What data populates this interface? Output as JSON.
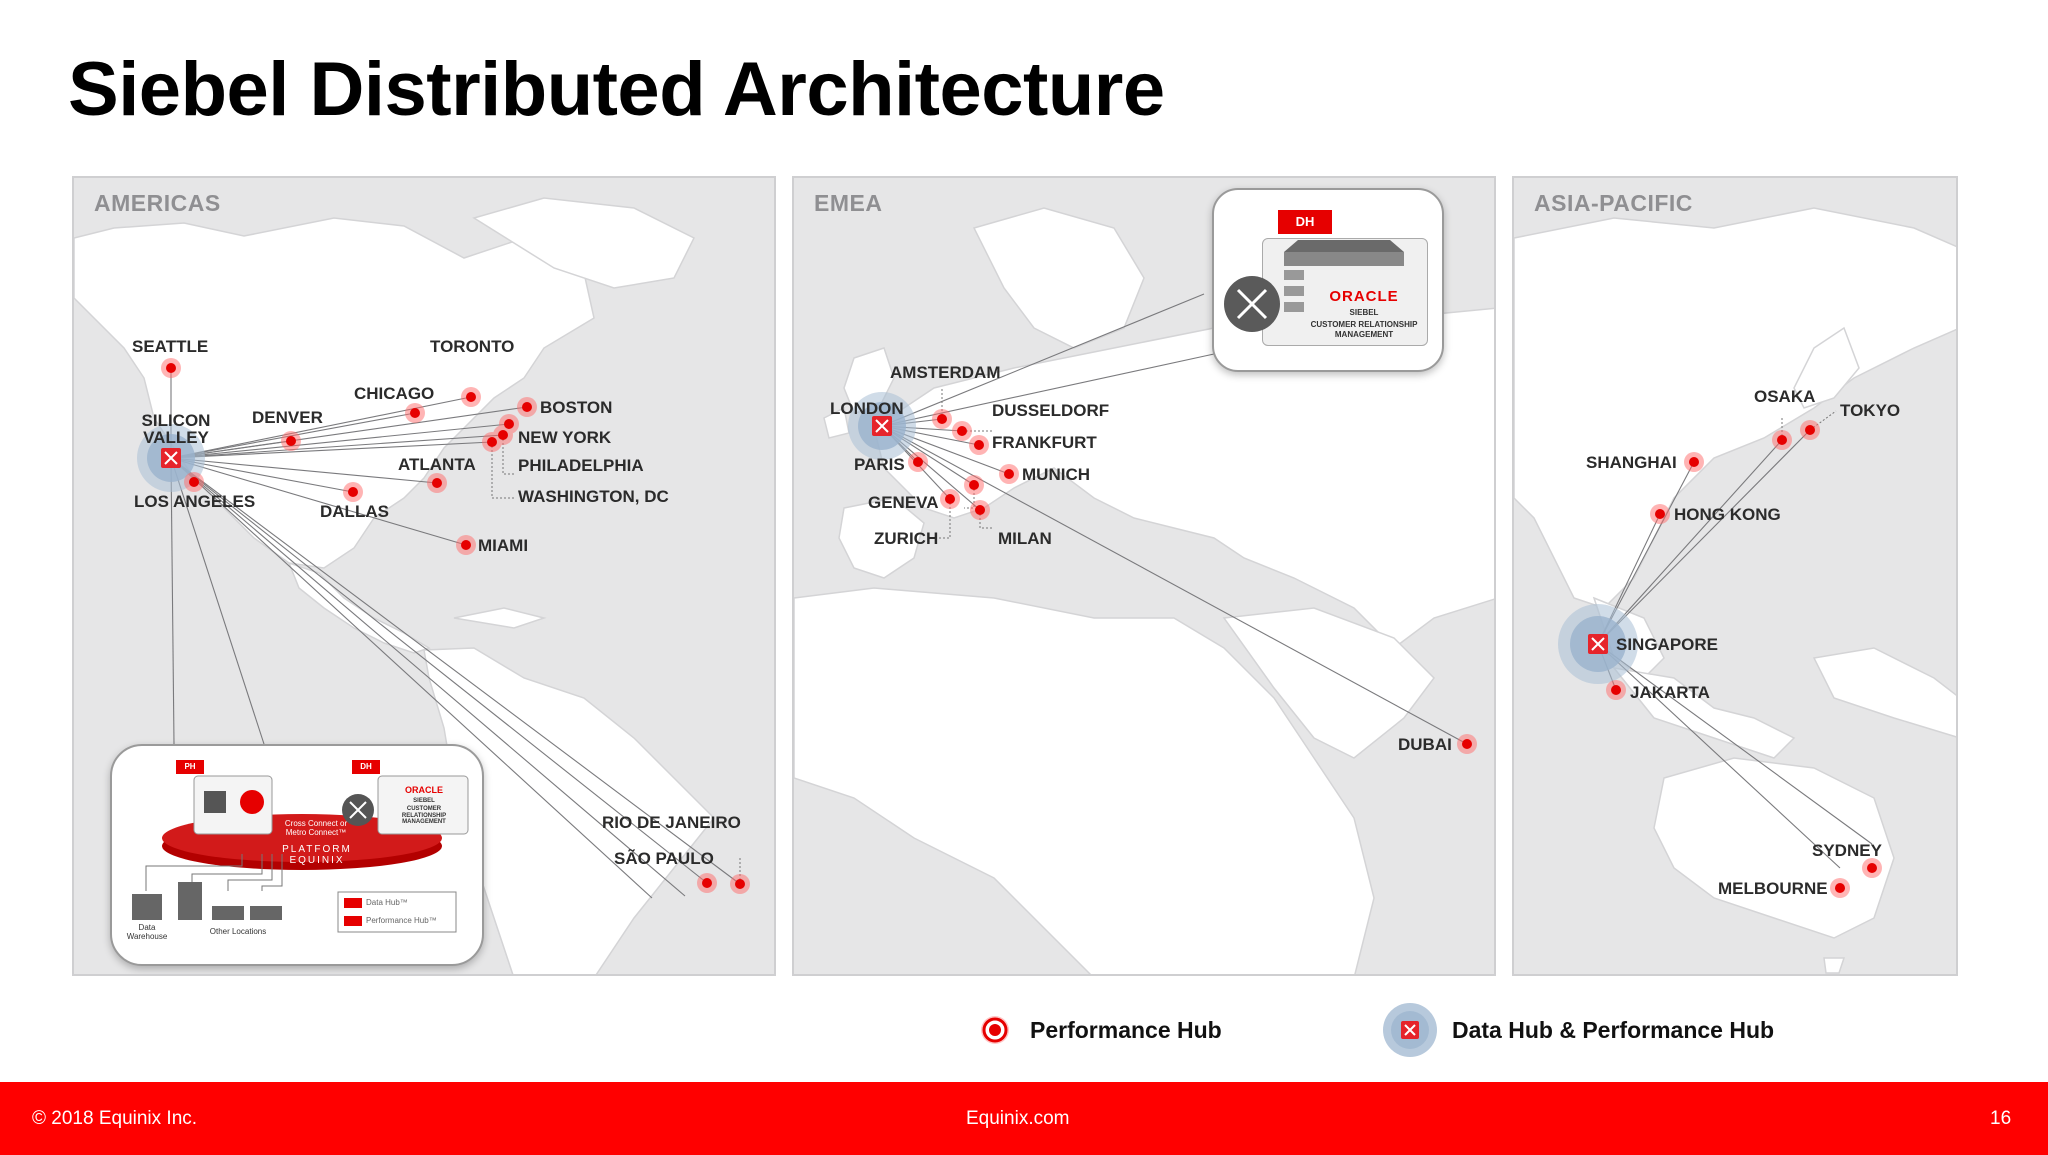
{
  "slide": {
    "title": "Siebel Distributed Architecture",
    "page_number": "16"
  },
  "regions": {
    "americas": {
      "label": "AMERICAS",
      "hub": "SILICON VALLEY",
      "cities": [
        "SEATTLE",
        "TORONTO",
        "CHICAGO",
        "DENVER",
        "BOSTON",
        "NEW YORK",
        "PHILADELPHIA",
        "ATLANTA",
        "WASHINGTON, DC",
        "LOS ANGELES",
        "DALLAS",
        "MIAMI",
        "RIO DE JANEIRO",
        "SÃO PAULO"
      ]
    },
    "emea": {
      "label": "EMEA",
      "hub": "LONDON",
      "cities": [
        "AMSTERDAM",
        "DUSSELDORF",
        "FRANKFURT",
        "PARIS",
        "MUNICH",
        "GENEVA",
        "ZURICH",
        "MILAN",
        "DUBAI"
      ]
    },
    "apac": {
      "label": "ASIA-PACIFIC",
      "hub": "SINGAPORE",
      "cities": [
        "OSAKA",
        "TOKYO",
        "SHANGHAI",
        "HONG KONG",
        "JAKARTA",
        "SYDNEY",
        "MELBOURNE"
      ]
    }
  },
  "emea_callout": {
    "badge": "DH",
    "brand": "ORACLE",
    "product": "SIEBEL",
    "product_desc": "CUSTOMER RELATIONSHIP MANAGEMENT"
  },
  "americas_callout": {
    "ph_badge": "PH",
    "dh_badge": "DH",
    "cross_connect": "Cross Connect or Metro Connect™",
    "platform": "PLATFORM EQUINIX",
    "brand": "ORACLE",
    "product": "SIEBEL",
    "product_desc": "CUSTOMER RELATIONSHIP MANAGEMENT",
    "data_warehouse": "Data Warehouse",
    "other_locations": "Other Locations",
    "legend_dh": "Data Hub™",
    "legend_ph": "Performance Hub™"
  },
  "legend": {
    "performance_hub": "Performance Hub",
    "data_hub": "Data Hub & Performance Hub"
  },
  "footer": {
    "copyright": "© 2018 Equinix Inc.",
    "website": "Equinix.com"
  },
  "colors": {
    "accent": "#ff0000",
    "hub_blue": "#9fb6cf",
    "map_bg": "#e6e6e7",
    "land": "#ffffff"
  },
  "icons": {
    "performance_hub": "red-target-icon",
    "data_hub": "blue-hub-icon",
    "router": "router-icon",
    "server": "server-icon"
  }
}
